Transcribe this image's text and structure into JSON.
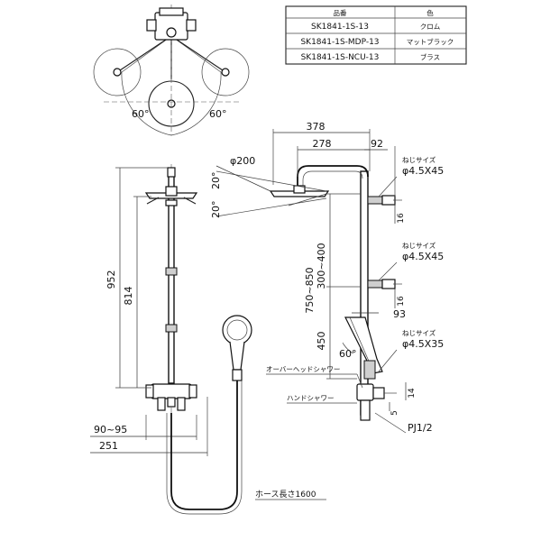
{
  "table": {
    "header_model": "品番",
    "header_color": "色",
    "rows": [
      {
        "model": "SK1841-1S-13",
        "color": "クロム"
      },
      {
        "model": "SK1841-1S-MDP-13",
        "color": "マットブラック"
      },
      {
        "model": "SK1841-1S-NCU-13",
        "color": "ブラス"
      }
    ]
  },
  "top_view": {
    "angle_left": "60°",
    "angle_right": "60°"
  },
  "front_view": {
    "dim_total_height": "952",
    "dim_bar_height": "814",
    "dim_offset_range": "90~95",
    "dim_width": "251"
  },
  "side_view": {
    "dim_total_width": "378",
    "dim_arm": "278",
    "dim_offset": "92",
    "dim_head_dia": "φ200",
    "dim_tilt_up": "20°",
    "dim_tilt_down": "20°",
    "dim_head_adjust": "300~400",
    "dim_holder_range": "750~850",
    "dim_450": "450",
    "dim_93": "93",
    "dim_16a": "16",
    "dim_16b": "16",
    "dim_14": "14",
    "dim_5": "5",
    "dim_60": "60°",
    "screw_label_1": "ねじサイズ",
    "screw_size_1": "φ4.5X45",
    "screw_label_2": "ねじサイズ",
    "screw_size_2": "φ4.5X45",
    "screw_label_3": "ねじサイズ",
    "screw_size_3": "φ4.5X35",
    "label_overhead": "オーバーヘッドシャワー",
    "label_hand": "ハンドシャワー",
    "label_thread": "PJ1/2"
  },
  "hose": {
    "length_label": "ホース長さ1600"
  }
}
